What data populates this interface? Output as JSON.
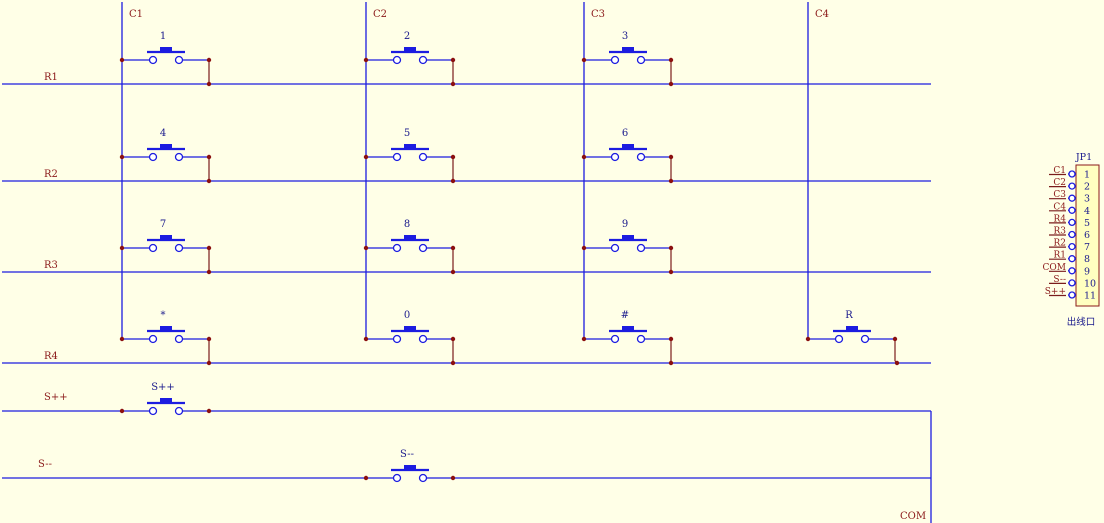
{
  "columns": [
    {
      "label": "C1"
    },
    {
      "label": "C2"
    },
    {
      "label": "C3"
    },
    {
      "label": "C4"
    }
  ],
  "rows": [
    {
      "label": "R1"
    },
    {
      "label": "R2"
    },
    {
      "label": "R3"
    },
    {
      "label": "R4"
    }
  ],
  "keys": [
    {
      "label": "1",
      "row": 0,
      "col": 0
    },
    {
      "label": "2",
      "row": 0,
      "col": 1
    },
    {
      "label": "3",
      "row": 0,
      "col": 2
    },
    {
      "label": "4",
      "row": 1,
      "col": 0
    },
    {
      "label": "5",
      "row": 1,
      "col": 1
    },
    {
      "label": "6",
      "row": 1,
      "col": 2
    },
    {
      "label": "7",
      "row": 2,
      "col": 0
    },
    {
      "label": "8",
      "row": 2,
      "col": 1
    },
    {
      "label": "9",
      "row": 2,
      "col": 2
    },
    {
      "label": "*",
      "row": 3,
      "col": 0
    },
    {
      "label": "0",
      "row": 3,
      "col": 1
    },
    {
      "label": "#",
      "row": 3,
      "col": 2
    },
    {
      "label": "R",
      "row": 3,
      "col": 3
    }
  ],
  "aux_lines": [
    {
      "net": "S++",
      "key": "S++"
    },
    {
      "net": "S--",
      "key": "S--"
    }
  ],
  "com_label": "COM",
  "connector": {
    "ref": "JP1",
    "caption": "出线口",
    "pins": [
      {
        "num": "1",
        "net": "C1"
      },
      {
        "num": "2",
        "net": "C2"
      },
      {
        "num": "3",
        "net": "C3"
      },
      {
        "num": "4",
        "net": "C4"
      },
      {
        "num": "5",
        "net": "R4"
      },
      {
        "num": "6",
        "net": "R3"
      },
      {
        "num": "7",
        "net": "R2"
      },
      {
        "num": "8",
        "net": "R1"
      },
      {
        "num": "9",
        "net": "COM"
      },
      {
        "num": "10",
        "net": "S--"
      },
      {
        "num": "11",
        "net": "S++"
      }
    ]
  }
}
